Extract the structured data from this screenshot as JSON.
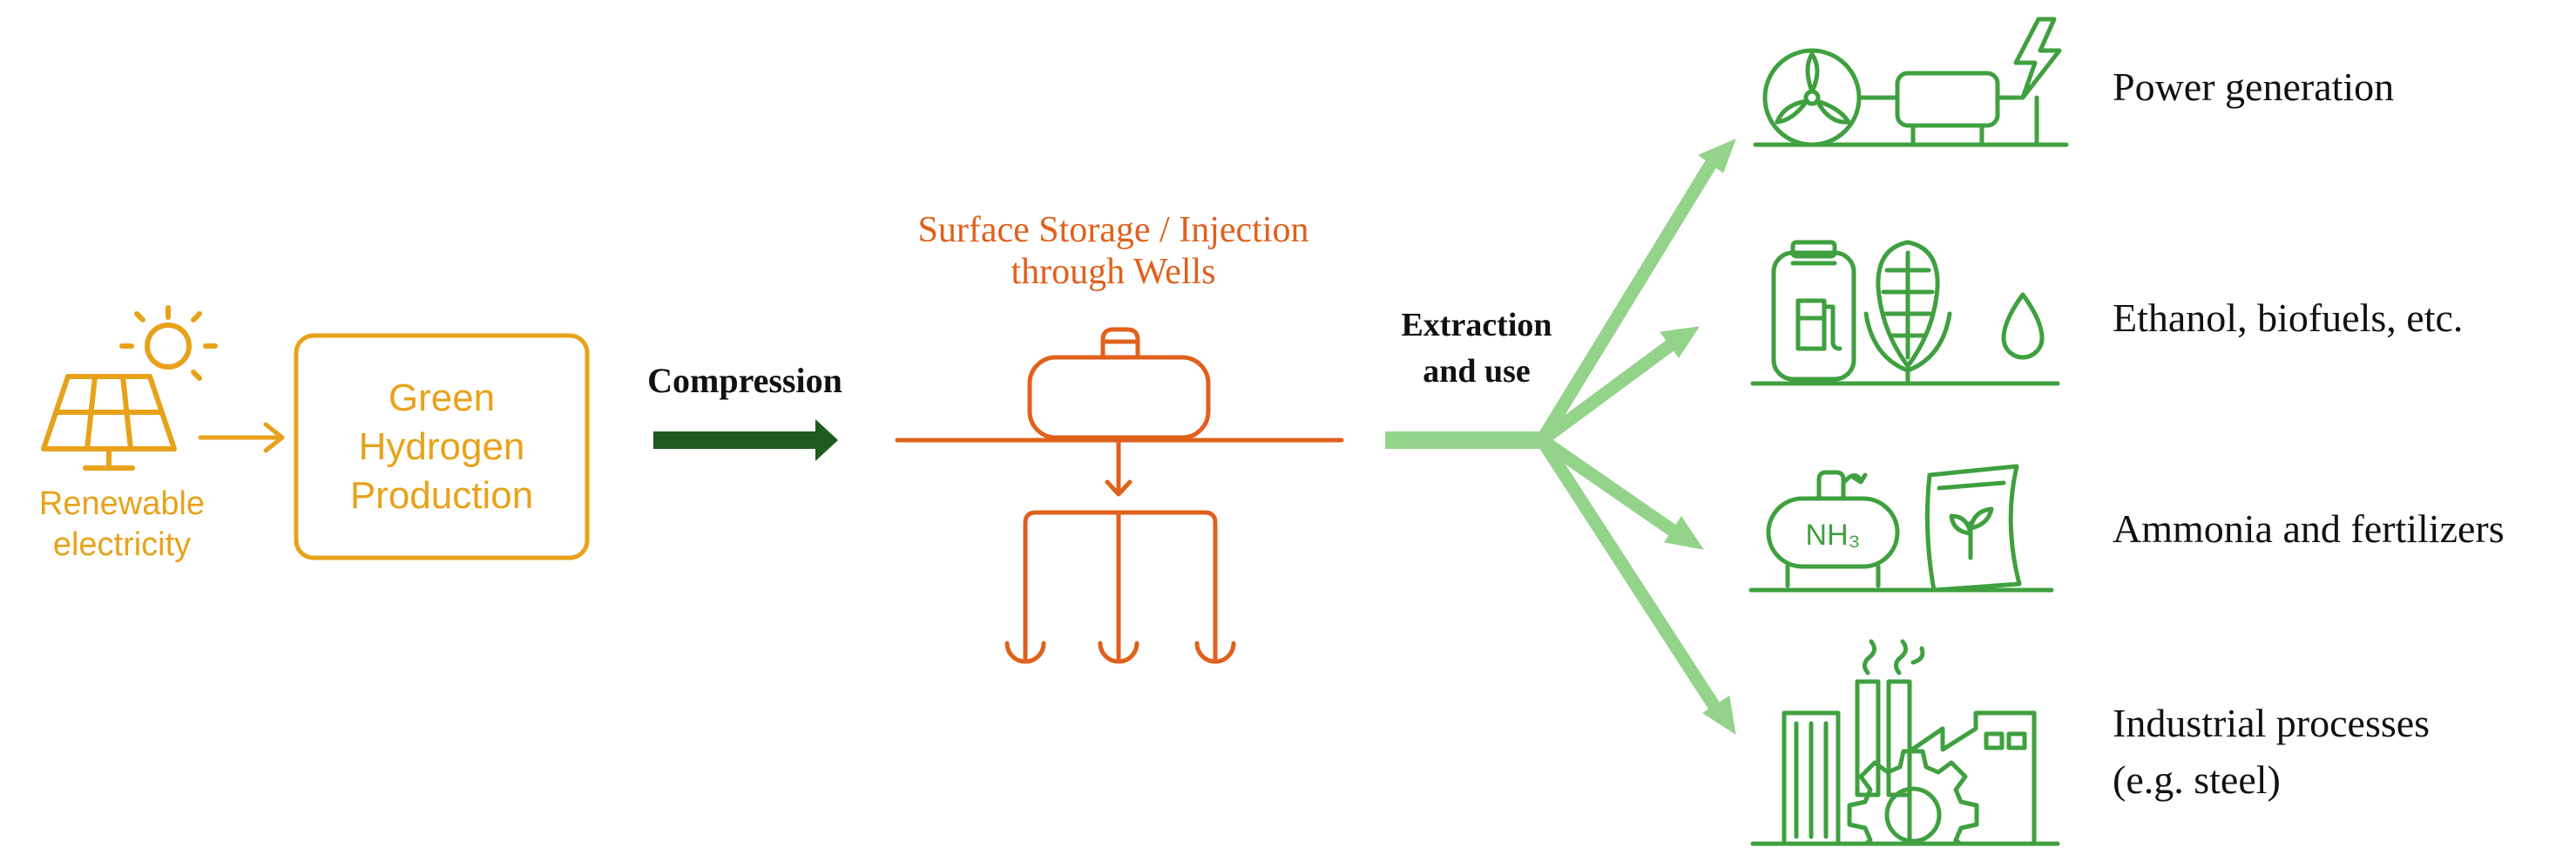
{
  "source": {
    "label_line1": "Renewable",
    "label_line2": "electricity",
    "icon": "solar-panel-sun-icon"
  },
  "production": {
    "line1": "Green",
    "line2": "Hydrogen",
    "line3": "Production"
  },
  "compression": {
    "label": "Compression"
  },
  "storage": {
    "line1": "Surface Storage / Injection",
    "line2": "through Wells",
    "icon": "storage-tank-wells-icon"
  },
  "extraction": {
    "line1": "Extraction",
    "line2": "and use"
  },
  "uses": [
    {
      "label": "Power generation",
      "icon": "wind-turbine-generator-icon"
    },
    {
      "label": "Ethanol, biofuels, etc.",
      "icon": "fuel-corn-drop-icon"
    },
    {
      "label": "Ammonia and fertilizers",
      "icon": "ammonia-tank-fertilizer-bag-icon",
      "tank_label": "NH₃"
    },
    {
      "label_line1": "Industrial processes",
      "label_line2": "(e.g. steel)",
      "icon": "factory-gear-icon"
    }
  ],
  "colors": {
    "source": "#E8A21A",
    "storage": "#E0601C",
    "compression_arrow": "#1E5B1E",
    "extraction_arrow": "#93D38A",
    "use_icons": "#3FA03F",
    "text": "#111111"
  }
}
